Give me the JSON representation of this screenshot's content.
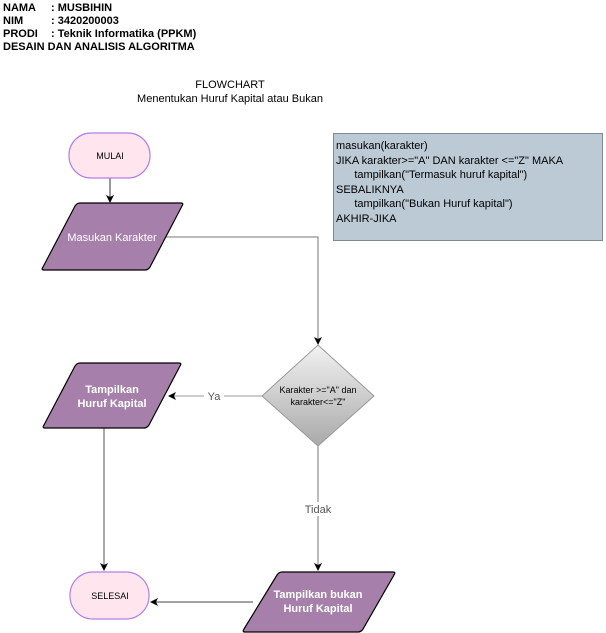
{
  "header": {
    "rows": [
      {
        "label": "NAMA",
        "value": ": MUSBIHIN"
      },
      {
        "label": "NIM",
        "value": ": 3420200003"
      },
      {
        "label": "PRODI",
        "value": ": Teknik Informatika (PPKM)"
      }
    ],
    "course": "DESAIN DAN ANALISIS ALGORITMA"
  },
  "title": {
    "line1": "FLOWCHART",
    "line2": "Menentukan Huruf Kapital atau Bukan"
  },
  "pseudocode": [
    "masukan(karakter)",
    "JIKA karakter>=\"A\" DAN karakter <=\"Z\" MAKA",
    "      tampilkan(\"Termasuk huruf kapital\")",
    "SEBALIKNYA",
    "      tampilkan(\"Bukan Huruf kapital\")",
    "AKHIR-JIKA"
  ],
  "flowchart": {
    "start": "MULAI",
    "input": "Masukan Karakter",
    "decision": [
      "Karakter >=\"A\" dan",
      "karakter<=\"Z\""
    ],
    "yes_label": "Ya",
    "no_label": "Tidak",
    "output_yes": [
      "Tampilkan",
      "Huruf Kapital"
    ],
    "output_no": [
      "Tampilkan bukan",
      "Huruf Kapital"
    ],
    "end": "SELESAI"
  },
  "colors": {
    "terminal_fill": "#ffe6ee",
    "terminal_stroke": "#b57ee8",
    "process_fill": "#a680aa",
    "code_fill": "#bccad6"
  }
}
